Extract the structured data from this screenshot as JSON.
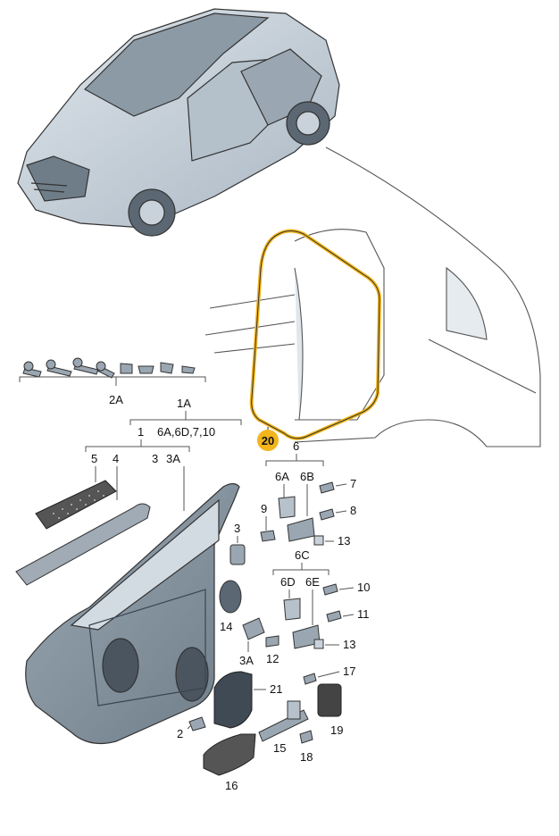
{
  "diagram": {
    "highlight_color": "#f2b51c",
    "part_fill": "#c3ced8",
    "part_dark": "#7f8c98",
    "line_color": "#333333",
    "highlighted_part": "20",
    "labels": {
      "p1": "1",
      "p1A": "1A",
      "p1A_sub": "6A,6D,7,10",
      "p2": "2",
      "p2A": "2A",
      "p3_top": "3",
      "p3_right": "3",
      "p3A_top": "3A",
      "p3A_bottom": "3A",
      "p4": "4",
      "p5": "5",
      "p6": "6",
      "p6A": "6A",
      "p6B": "6B",
      "p6C": "6C",
      "p6D": "6D",
      "p6E": "6E",
      "p7": "7",
      "p8": "8",
      "p9": "9",
      "p10": "10",
      "p11": "11",
      "p12": "12",
      "p13_top": "13",
      "p13_bottom": "13",
      "p14": "14",
      "p15": "15",
      "p16": "16",
      "p17": "17",
      "p18": "18",
      "p19": "19",
      "p20": "20",
      "p21": "21"
    }
  }
}
